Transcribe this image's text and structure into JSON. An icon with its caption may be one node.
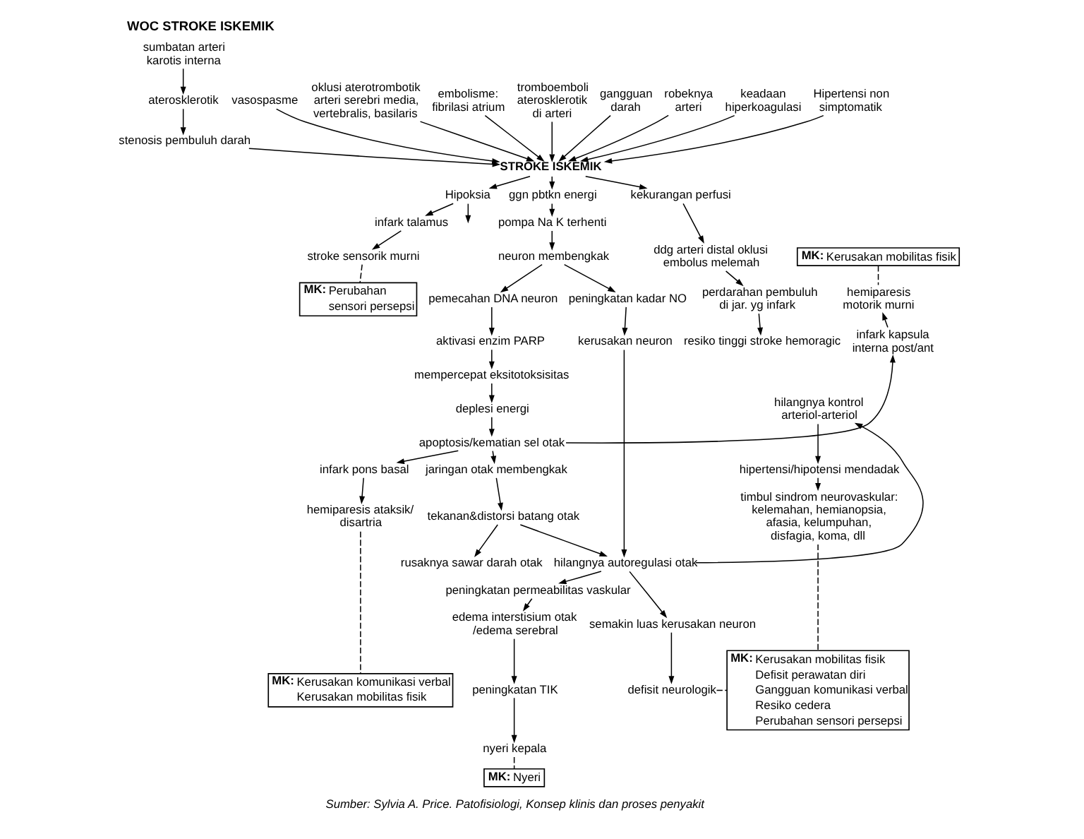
{
  "diagram": {
    "title": "WOC STROKE ISKEMIK",
    "caption": "Sumber: Sylvia A. Price. Patofisiologi, Konsep klinis dan proses penyakit",
    "nodes": [
      {
        "text": [
          "sumbatan arteri karotis interna"
        ]
      },
      {
        "text": [
          "aterosklerotik"
        ]
      },
      {
        "text": [
          "stenosis pembuluh darah"
        ]
      },
      {
        "text": [
          "vasospasme"
        ]
      },
      {
        "text": [
          "oklusi aterotrombotik arteri serebri media, vertebralis, basilaris"
        ]
      },
      {
        "text": [
          "embolisme: fibrilasi atrium"
        ]
      },
      {
        "text": [
          "tromboemboli aterosklerotik di arteri"
        ]
      },
      {
        "text": [
          "gangguan darah"
        ]
      },
      {
        "text": [
          "robeknya arteri"
        ]
      },
      {
        "text": [
          "keadaan hiperkoagulasi"
        ]
      },
      {
        "text": [
          "Hipertensi non simptomatik"
        ]
      },
      {
        "text": [
          "STROKE ISKEMIK"
        ]
      },
      {
        "text": [
          "Hipoksia"
        ]
      },
      {
        "text": [
          "ggn pbtkn energi"
        ]
      },
      {
        "text": [
          "kekurangan perfusi"
        ]
      },
      {
        "text": [
          "infark talamus"
        ]
      },
      {
        "text": [
          "pompa Na K terhenti"
        ]
      },
      {
        "text": [
          "MK:",
          "Kerusakan mobilitas fisik"
        ]
      },
      {
        "text": [
          "stroke sensorik murni"
        ]
      },
      {
        "text": [
          "ddg arteri distal oklusi embolus melemah"
        ]
      },
      {
        "text": [
          "MK:",
          "Perubahan sensori persepsi"
        ]
      },
      {
        "text": [
          "neuron membengkak"
        ]
      },
      {
        "text": [
          "hemiparesis motorik murni"
        ]
      },
      {
        "text": [
          "pemecahan DNA neuron"
        ]
      },
      {
        "text": [
          "peningkatan kadar NO"
        ]
      },
      {
        "text": [
          "perdarahan pembuluh di jar. yg infark"
        ]
      },
      {
        "text": [
          "infark kapsula interna post/ant"
        ]
      },
      {
        "text": [
          "aktivasi enzim PARP"
        ]
      },
      {
        "text": [
          "kerusakan neuron"
        ]
      },
      {
        "text": [
          "resiko tinggi stroke hemoragic"
        ]
      },
      {
        "text": [
          "mempercepat eksitotoksisitas"
        ]
      },
      {
        "text": [
          "hilangnya kontrol arteriol-arteriol"
        ]
      },
      {
        "text": [
          "deplesi energi"
        ]
      },
      {
        "text": [
          "infark pons basal"
        ]
      },
      {
        "text": [
          "apoptosis/kematian sel otak"
        ]
      },
      {
        "text": [
          "jaringan otak membengkak"
        ]
      },
      {
        "text": [
          "hipertensi/hipotensi mendadak"
        ]
      },
      {
        "text": [
          "hilangnya autoregulasi otak"
        ]
      },
      {
        "text": [
          "hemiparesis ataksik/ disartria"
        ]
      },
      {
        "text": [
          "tekanan&distorsi batang otak"
        ]
      },
      {
        "text": [
          "timbul sindrom neurovaskular: kelemahan, hemianopsia, afasia, kelumpuhan, disfagia, koma, dll"
        ]
      },
      {
        "text": [
          "peningkatan permeabilitas vaskular"
        ]
      },
      {
        "text": [
          "rusaknya sawar darah otak"
        ]
      },
      {
        "text": [
          "edema interstisium otak /edema serebral"
        ]
      },
      {
        "text": [
          "semakin luas kerusakan neuron"
        ]
      },
      {
        "text": [
          "MK:",
          "Kerusakan komunikasi verbal",
          "Kerusakan mobilitas fisik"
        ]
      },
      {
        "text": [
          "MK:",
          "Kerusakan mobilitas fisik",
          "Defisit perawatan diri",
          "Gangguan komunikasi verbal",
          "Resiko cedera",
          "Perubahan sensori persepsi"
        ]
      },
      {
        "text": [
          "peningkatan TIK"
        ]
      },
      {
        "text": [
          "defisit neurologik"
        ]
      },
      {
        "text": [
          "nyeri kepala"
        ]
      },
      {
        "text": [
          "MK:",
          "Nyeri"
        ]
      }
    ],
    "edges": [
      {
        "from": 0,
        "to": 1,
        "arrow": "to"
      },
      {
        "from": 1,
        "to": 2,
        "arrow": "to"
      },
      {
        "from": 2,
        "to": 11,
        "arrow": "to"
      },
      {
        "from": 3,
        "to": 11,
        "arrow": "to"
      },
      {
        "from": 4,
        "to": 11,
        "arrow": "to"
      },
      {
        "from": 5,
        "to": 11,
        "arrow": "to"
      },
      {
        "from": 6,
        "to": 11,
        "arrow": "to"
      },
      {
        "from": 7,
        "to": 11,
        "arrow": "to"
      },
      {
        "from": 8,
        "to": 11,
        "arrow": "to"
      },
      {
        "from": 9,
        "to": 11,
        "arrow": "to"
      },
      {
        "from": 10,
        "to": 11,
        "arrow": "to"
      },
      {
        "from": 11,
        "to": 12,
        "arrow": "to"
      },
      {
        "from": 11,
        "to": 13,
        "arrow": "to"
      },
      {
        "from": 11,
        "to": 14,
        "arrow": "to"
      },
      {
        "from": 12,
        "to": null,
        "arrow": "to"
      },
      {
        "from": 12,
        "to": 15,
        "arrow": "to"
      },
      {
        "from": 15,
        "to": 18,
        "arrow": "to"
      },
      {
        "from": 18,
        "to": 20,
        "arrow": "none",
        "style": "dashed"
      },
      {
        "from": 17,
        "to": 22,
        "arrow": "none",
        "style": "dashed"
      },
      {
        "from": 26,
        "to": 22,
        "arrow": "to"
      },
      {
        "from": 13,
        "to": 16,
        "arrow": "to"
      },
      {
        "from": 16,
        "to": 21,
        "arrow": "to"
      },
      {
        "from": 21,
        "to": 23,
        "arrow": "to"
      },
      {
        "from": 21,
        "to": 24,
        "arrow": "to"
      },
      {
        "from": 23,
        "to": 27,
        "arrow": "to"
      },
      {
        "from": 27,
        "to": 30,
        "arrow": "to"
      },
      {
        "from": 30,
        "to": 32,
        "arrow": "to"
      },
      {
        "from": 32,
        "to": 34,
        "arrow": "to"
      },
      {
        "from": 34,
        "to": 26,
        "arrow": "to"
      },
      {
        "from": 34,
        "to": 33,
        "arrow": "to"
      },
      {
        "from": 33,
        "to": 38,
        "arrow": "to"
      },
      {
        "from": 38,
        "to": 45,
        "arrow": "none",
        "style": "dashed"
      },
      {
        "from": 34,
        "to": 35,
        "arrow": "to"
      },
      {
        "from": 35,
        "to": 39,
        "arrow": "to"
      },
      {
        "from": 39,
        "to": 42,
        "arrow": "to"
      },
      {
        "from": 39,
        "to": 37,
        "arrow": "to"
      },
      {
        "from": 24,
        "to": 28,
        "arrow": "to"
      },
      {
        "from": 28,
        "to": 37,
        "arrow": "to"
      },
      {
        "from": 37,
        "to": 31,
        "arrow": "to"
      },
      {
        "from": 31,
        "to": 36,
        "arrow": "to"
      },
      {
        "from": 36,
        "to": 40,
        "arrow": "to"
      },
      {
        "from": 40,
        "to": 46,
        "arrow": "none",
        "style": "dashed"
      },
      {
        "from": 37,
        "to": 41,
        "arrow": "to"
      },
      {
        "from": 41,
        "to": 43,
        "arrow": "to"
      },
      {
        "from": 43,
        "to": 47,
        "arrow": "to"
      },
      {
        "from": 47,
        "to": 49,
        "arrow": "to"
      },
      {
        "from": 49,
        "to": 50,
        "arrow": "none",
        "style": "dashed"
      },
      {
        "from": 37,
        "to": 44,
        "arrow": "to"
      },
      {
        "from": 44,
        "to": 48,
        "arrow": "to"
      },
      {
        "from": 48,
        "to": 46,
        "arrow": "none",
        "style": "dashed"
      },
      {
        "from": 14,
        "to": 19,
        "arrow": "to"
      },
      {
        "from": 19,
        "to": 25,
        "arrow": "to"
      },
      {
        "from": 25,
        "to": 29,
        "arrow": "to"
      }
    ]
  }
}
